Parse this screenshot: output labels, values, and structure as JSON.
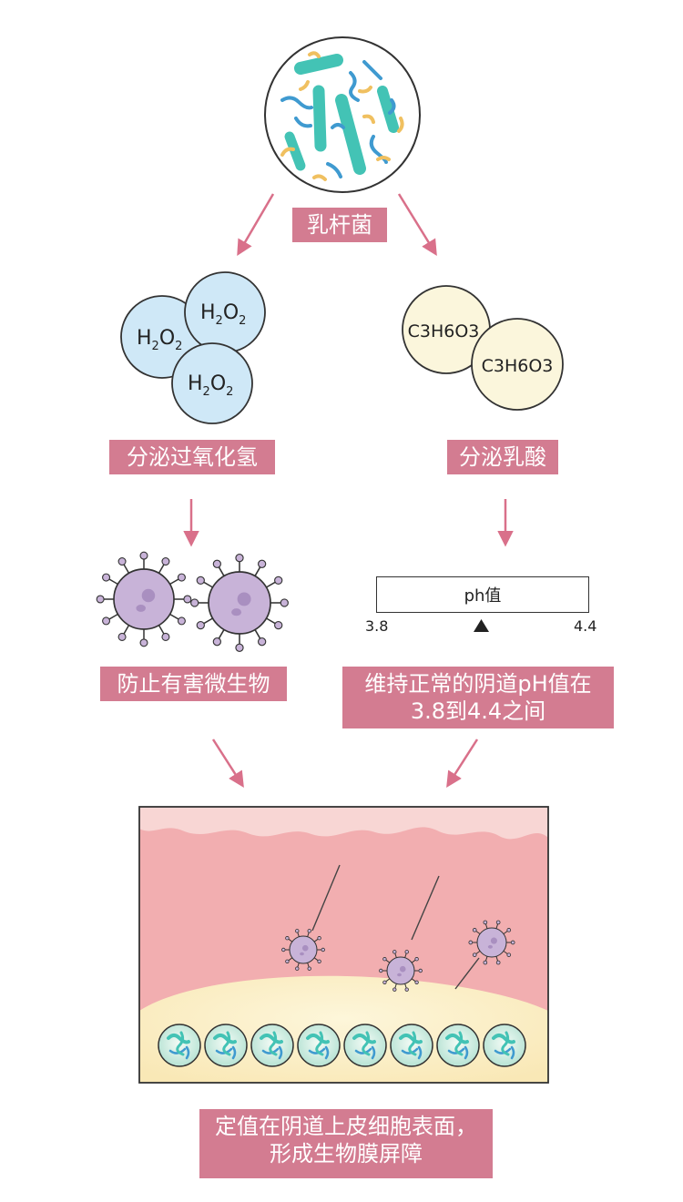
{
  "nodes": {
    "lactobacillus": "乳杆菌",
    "secrete_h2o2": "分泌过氧化氢",
    "secrete_lactic": "分泌乳酸",
    "prevent": "防止有害微生物",
    "maintain_line1": "维持正常的阴道pH值在",
    "maintain_line2": "3.8到4.4之间",
    "colonize_line1": "定值在阴道上皮细胞表面，",
    "colonize_line2": "形成生物膜屏障"
  },
  "molecules": {
    "h2o2_base": "H",
    "h2o2_sub1": "2",
    "h2o2_mid": "O",
    "h2o2_sub2": "2",
    "lactic": "C3H6O3"
  },
  "ph_scale": {
    "label": "ph值",
    "min": "3.8",
    "max": "4.4"
  },
  "colors": {
    "accent": "#d37c91",
    "arrow": "#d9708a",
    "h2o2_fill": "#cfe8f7",
    "lactic_fill": "#fbf6dc",
    "microbe_fill": "#c8b3d8",
    "bacteria_teal": "#43c3b5",
    "bacteria_blue": "#3f9ad0",
    "bacteria_yellow": "#f0c060",
    "tissue_pink": "#f2aeb0",
    "tissue_light": "#f8d6d4",
    "epithelium": "#fbf0cc"
  },
  "icons": [
    "bacteria-culture-icon",
    "h2o2-molecule-icon",
    "lactic-acid-molecule-icon",
    "virus-icon",
    "ph-scale-pointer-icon",
    "epithelial-cell-icon"
  ]
}
